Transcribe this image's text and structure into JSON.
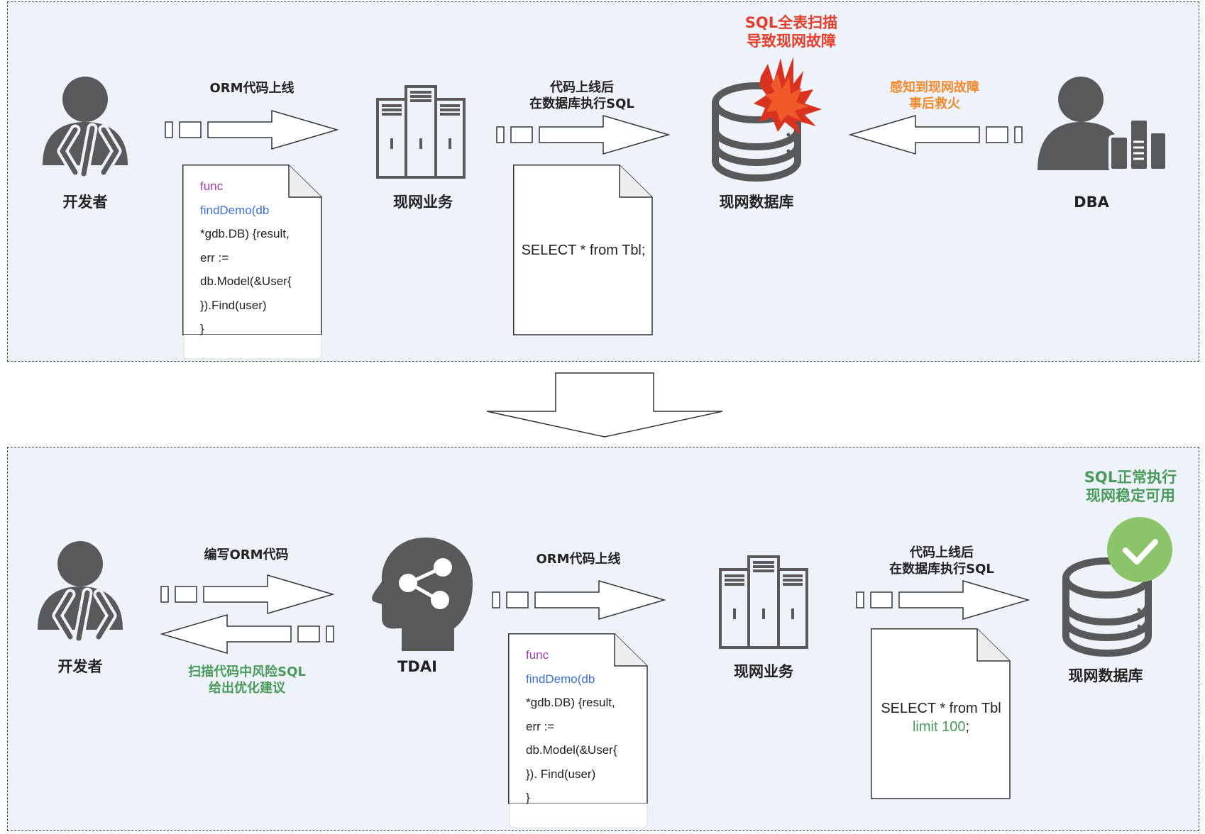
{
  "top": {
    "developer_label": "开发者",
    "arrow1_label": "ORM代码上线",
    "code_lines": [
      "func",
      "findDemo(db",
      "*gdb.DB) {result,",
      "err :=",
      "db.Model(&User{",
      "}).Find(user)",
      "}"
    ],
    "service_label": "现网业务",
    "arrow2_label_line1": "代码上线后",
    "arrow2_label_line2": "在数据库执行SQL",
    "sql_text": "SELECT * from Tbl;",
    "alert_line1": "SQL全表扫描",
    "alert_line2": "导致现网故障",
    "db_label": "现网数据库",
    "dba_note_line1": "感知到现网故障",
    "dba_note_line2": "事后救火",
    "dba_label": "DBA"
  },
  "bottom": {
    "developer_label": "开发者",
    "write_label": "编写ORM代码",
    "scan_line1": "扫描代码中风险SQL",
    "scan_line2": "给出优化建议",
    "tdai_label": "TDAI",
    "arrow_label": "ORM代码上线",
    "code_lines": [
      "func",
      "findDemo(db",
      "*gdb.DB) {result,",
      "err :=",
      "db.Model(&User{",
      "}). Find(user)",
      "}"
    ],
    "service_label": "现网业务",
    "arrow2_label_line1": "代码上线后",
    "arrow2_label_line2": "在数据库执行SQL",
    "sql_line1": "SELECT * from Tbl",
    "sql_limit": "limit 100",
    "sql_end": ";",
    "ok_line1": "SQL正常执行",
    "ok_line2": "现网稳定可用",
    "db_label": "现网数据库"
  },
  "colors": {
    "panel_bg": "#eef3fa",
    "icon": "#595959",
    "alert_red": "#e43d2b",
    "note_orange": "#f08a2c",
    "ok_green": "#4a9a5c",
    "check_green": "#8bc46a"
  }
}
